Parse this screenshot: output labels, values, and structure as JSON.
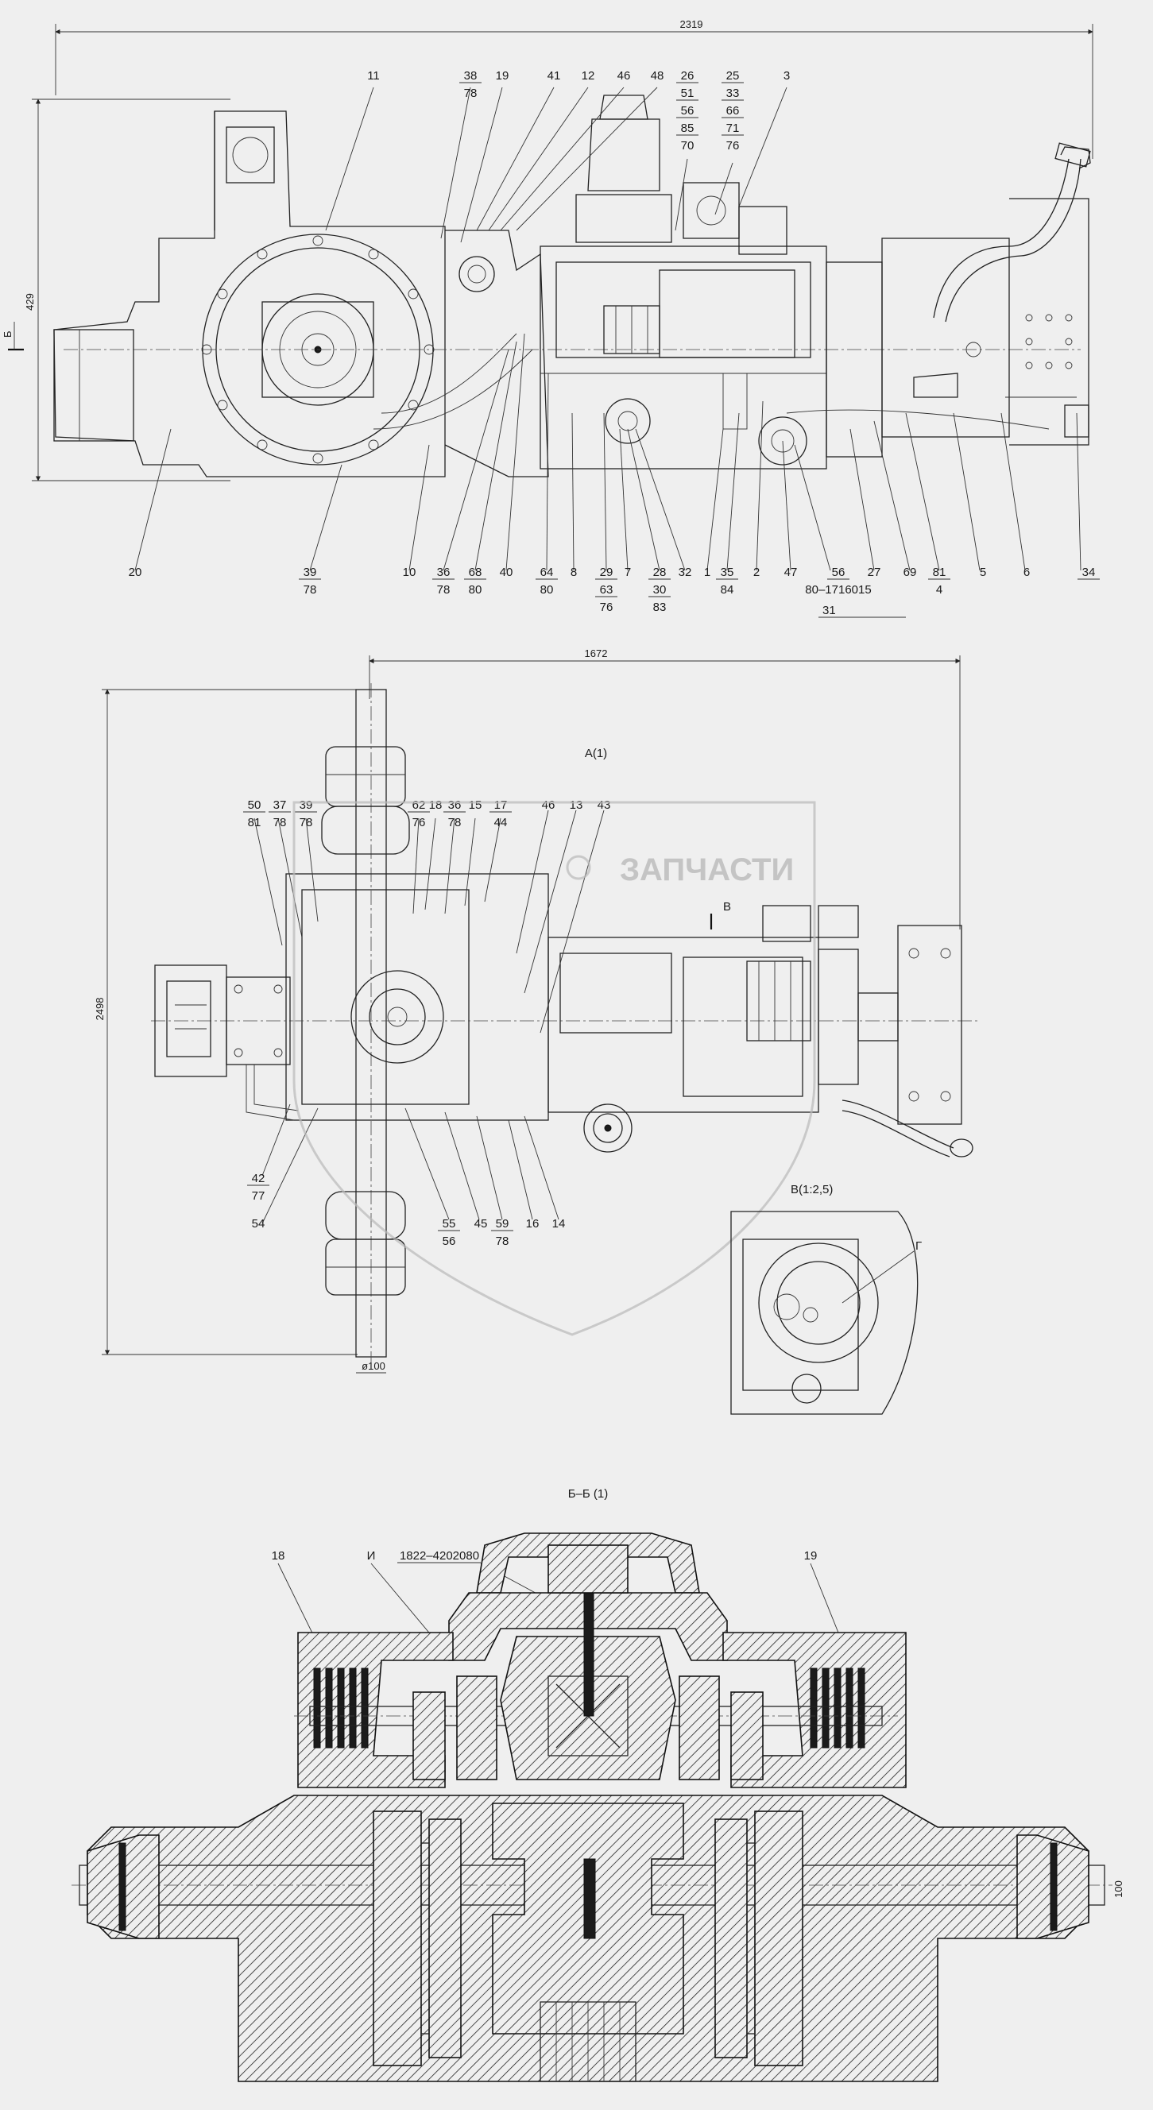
{
  "dimensions": {
    "top_length": "2319",
    "top_height": "429",
    "middle_length": "1672",
    "middle_height": "2498",
    "middle_shaft": "ø100",
    "bottom_shaft": "100"
  },
  "views": {
    "top_section_mark": "Б",
    "middle_title": "A(1)",
    "section_v_mark": "В",
    "inset_title": "В(1:2,5)",
    "inset_label": "Г",
    "bottom_title": "Б–Б (1)"
  },
  "watermark": {
    "brand": "ЗАПЧАСТИ"
  },
  "top_labels": [
    "11",
    "38",
    "78",
    "19",
    "41",
    "12",
    "46",
    "48",
    "26",
    "51",
    "56",
    "85",
    "70",
    "25",
    "33",
    "66",
    "71",
    "76",
    "3",
    "20",
    "39",
    "78",
    "10",
    "36",
    "78",
    "68",
    "80",
    "40",
    "64",
    "80",
    "8",
    "29",
    "63",
    "76",
    "7",
    "28",
    "30",
    "83",
    "32",
    "1",
    "35",
    "84",
    "2",
    "47",
    "56",
    "80–1716015",
    "31",
    "27",
    "69",
    "81",
    "4",
    "5",
    "6",
    "34"
  ],
  "middle_labels": [
    "50",
    "81",
    "37",
    "78",
    "39",
    "78",
    "62",
    "18",
    "76",
    "36",
    "78",
    "15",
    "17",
    "44",
    "46",
    "13",
    "43",
    "42",
    "77",
    "54",
    "55",
    "56",
    "45",
    "59",
    "78",
    "16",
    "14"
  ],
  "bottom_labels": [
    "18",
    "И",
    "1822–4202080",
    "19"
  ]
}
